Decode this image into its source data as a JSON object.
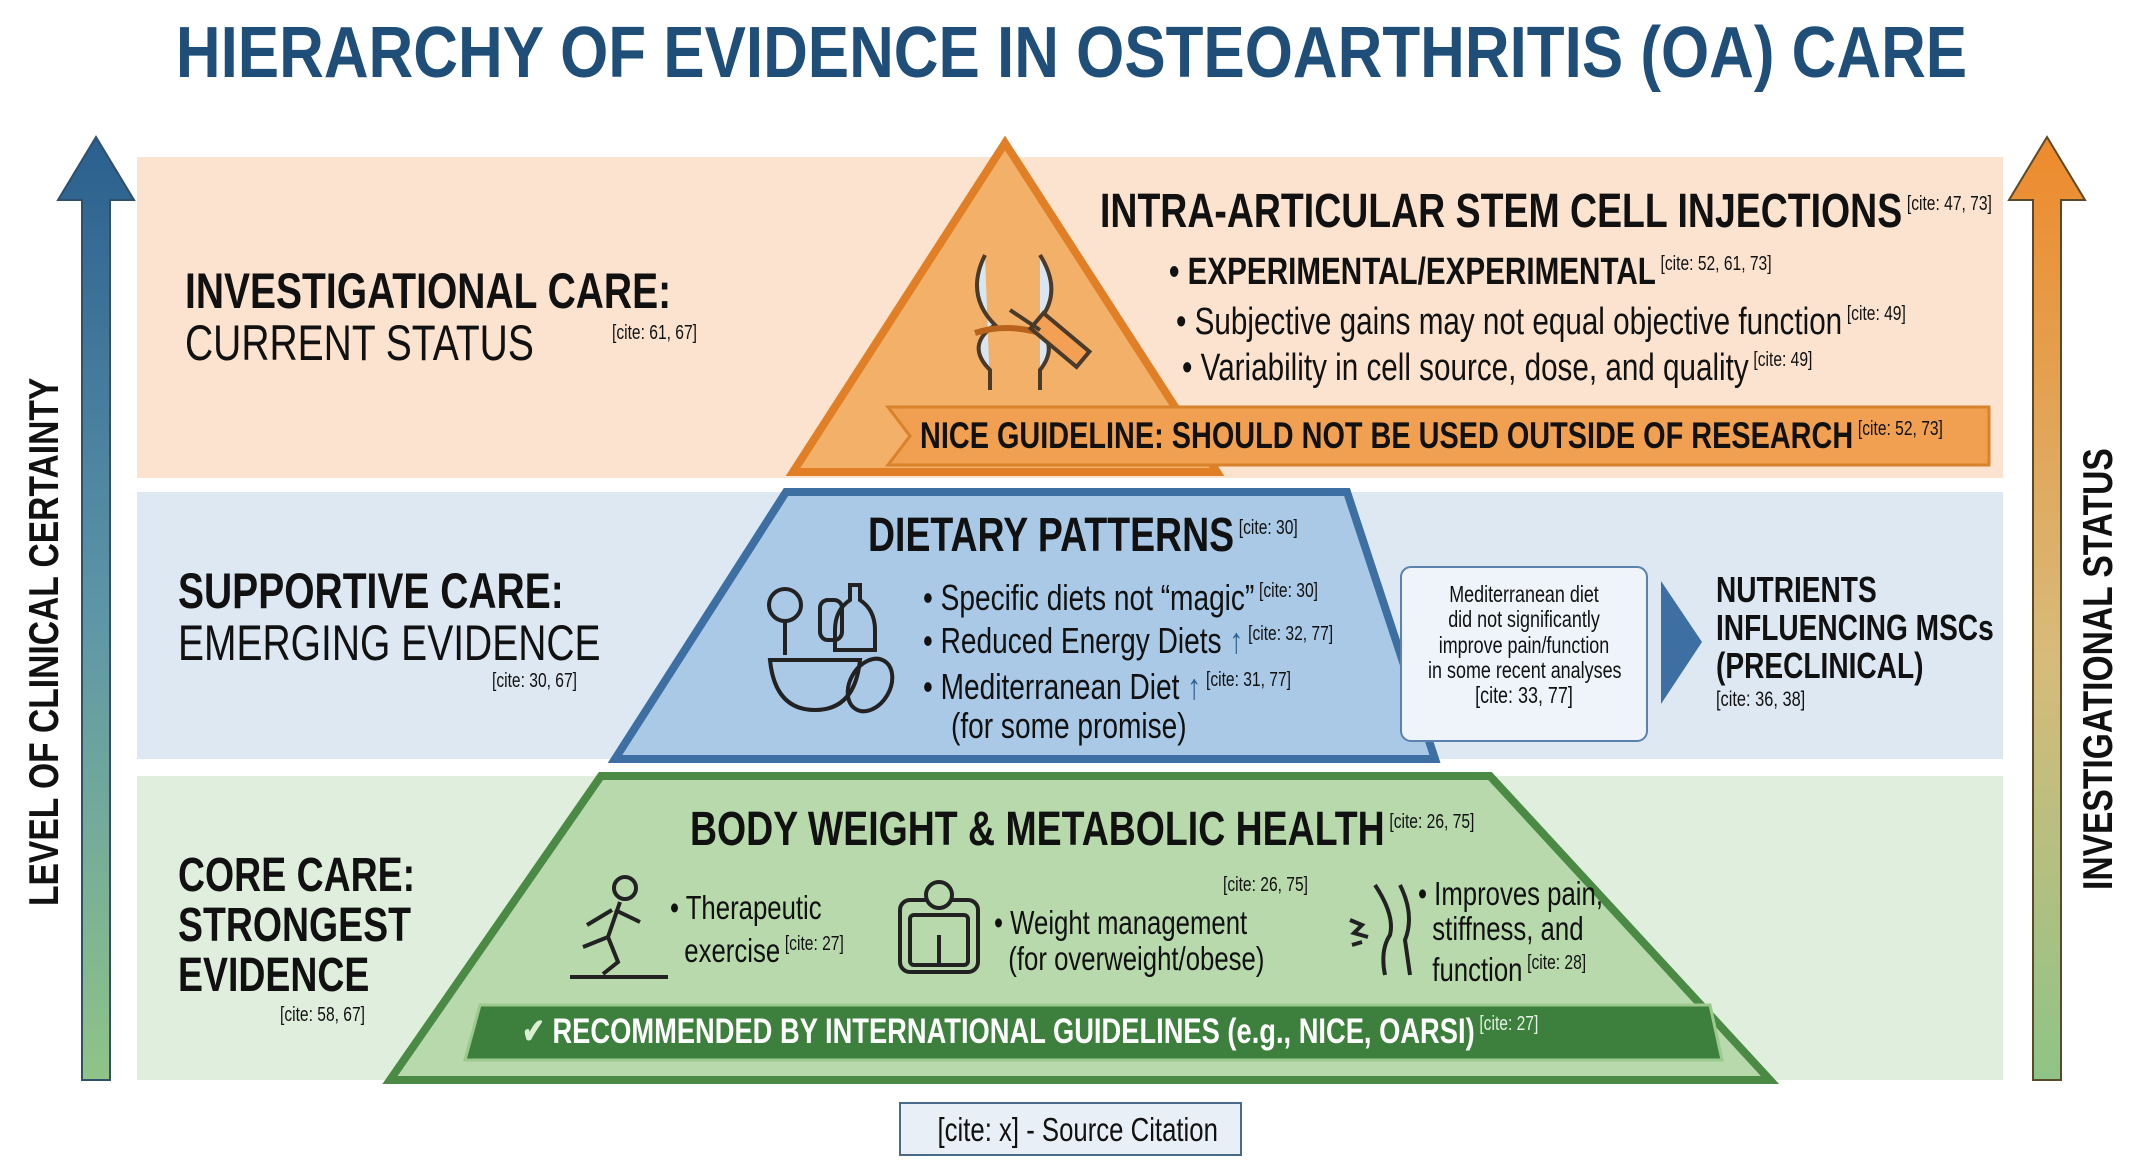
{
  "title": "HIERARCHY OF EVIDENCE IN OSTEOARTHRITIS (OA) CARE",
  "left_axis": "LEVEL OF CLINICAL CERTAINTY",
  "right_axis": "INVESTIGATIONAL STATUS",
  "colors": {
    "title": "#1f4e79",
    "orange": "#f0a050",
    "blue": "#a9c9e6",
    "green": "#b7d9ab",
    "green_dark": "#3d7f3c"
  },
  "investigational": {
    "label_bold": "INVESTIGATIONAL CARE:",
    "label_normal": "CURRENT STATUS",
    "label_cite": "[cite: 61, 67]",
    "title": "INTRA-ARTICULAR STEM CELL INJECTIONS",
    "title_cite": "[cite: 47, 73]",
    "bullets": [
      {
        "text": "EXPERIMENTAL/EXPERIMENTAL",
        "cite": "[cite: 52, 61, 73]"
      },
      {
        "text": "Subjective gains may not equal objective function",
        "cite": "[cite: 49]"
      },
      {
        "text": "Variability in cell source, dose, and quality",
        "cite": "[cite: 49]"
      }
    ],
    "banner": "NICE GUIDELINE: SHOULD NOT BE USED OUTSIDE OF RESEARCH",
    "banner_cite": "[cite: 52, 73]",
    "icon": "knee-injection-icon"
  },
  "supportive": {
    "label_bold": "SUPPORTIVE CARE:",
    "label_normal": "EMERGING EVIDENCE",
    "label_cite": "[cite: 30, 67]",
    "title": "DIETARY PATTERNS",
    "title_cite": "[cite: 30]",
    "bullets": [
      {
        "text": "Specific diets not “magic”",
        "cite": "[cite: 30]"
      },
      {
        "text": "Reduced Energy Diets",
        "cite": "[cite: 32, 77]"
      },
      {
        "text": "Mediterranean Diet",
        "cite": "[cite: 31, 77]",
        "sub": "(for some promise)"
      }
    ],
    "callout": [
      "Mediterranean diet",
      "did not significantly",
      "improve pain/function",
      "in some recent analyses",
      "[cite: 33, 77]"
    ],
    "side": [
      "NUTRIENTS",
      "INFLUENCING MSCs",
      "(PRECLINICAL)"
    ],
    "side_cite": "[cite: 36, 38]",
    "icon": "healthy-food-icon"
  },
  "core": {
    "label_bold": [
      "CORE CARE:",
      "STRONGEST",
      "EVIDENCE"
    ],
    "label_cite": "[cite: 58, 67]",
    "title": "BODY WEIGHT & METABOLIC HEALTH",
    "title_cite": "[cite: 26, 75]",
    "items": [
      {
        "lines": [
          "Therapeutic",
          "exercise"
        ],
        "cite": "[cite: 27]",
        "icon": "running-person-icon"
      },
      {
        "lines": [
          "Weight management",
          "(for overweight/obese)"
        ],
        "cite": "[cite: 26, 75]",
        "icon": "weighing-scale-icon"
      },
      {
        "lines": [
          "Improves pain,",
          "stiffness, and",
          "function"
        ],
        "cite": "[cite: 28]",
        "icon": "knee-pain-icon"
      }
    ],
    "banner": "RECOMMENDED BY INTERNATIONAL GUIDELINES (e.g., NICE, OARSI)",
    "banner_cite": "[cite: 27]"
  },
  "legend": "[cite: x] - Source Citation"
}
